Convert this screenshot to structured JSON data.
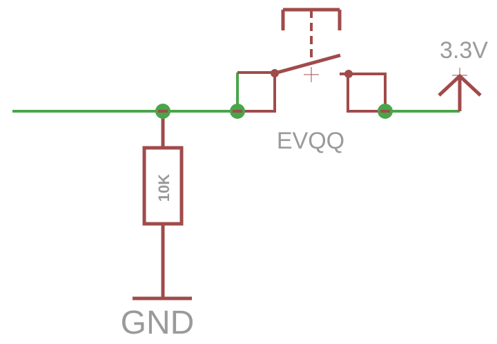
{
  "colors": {
    "wire": "#4aa54a",
    "component": "#a04b4b",
    "junction": "#4aa54a",
    "pin_dot": "#a04b4b",
    "label": "#9a9a9a",
    "background": "#ffffff"
  },
  "labels": {
    "supply": "3.3V",
    "switch_part": "EVQQ",
    "resistor_value": "10K",
    "ground": "GND"
  },
  "icons": {
    "supply": "power-arrow-symbol",
    "ground": "ground-bar-symbol",
    "resistor": "resistor-box-symbol",
    "switch": "pushbutton-switch-symbol"
  }
}
